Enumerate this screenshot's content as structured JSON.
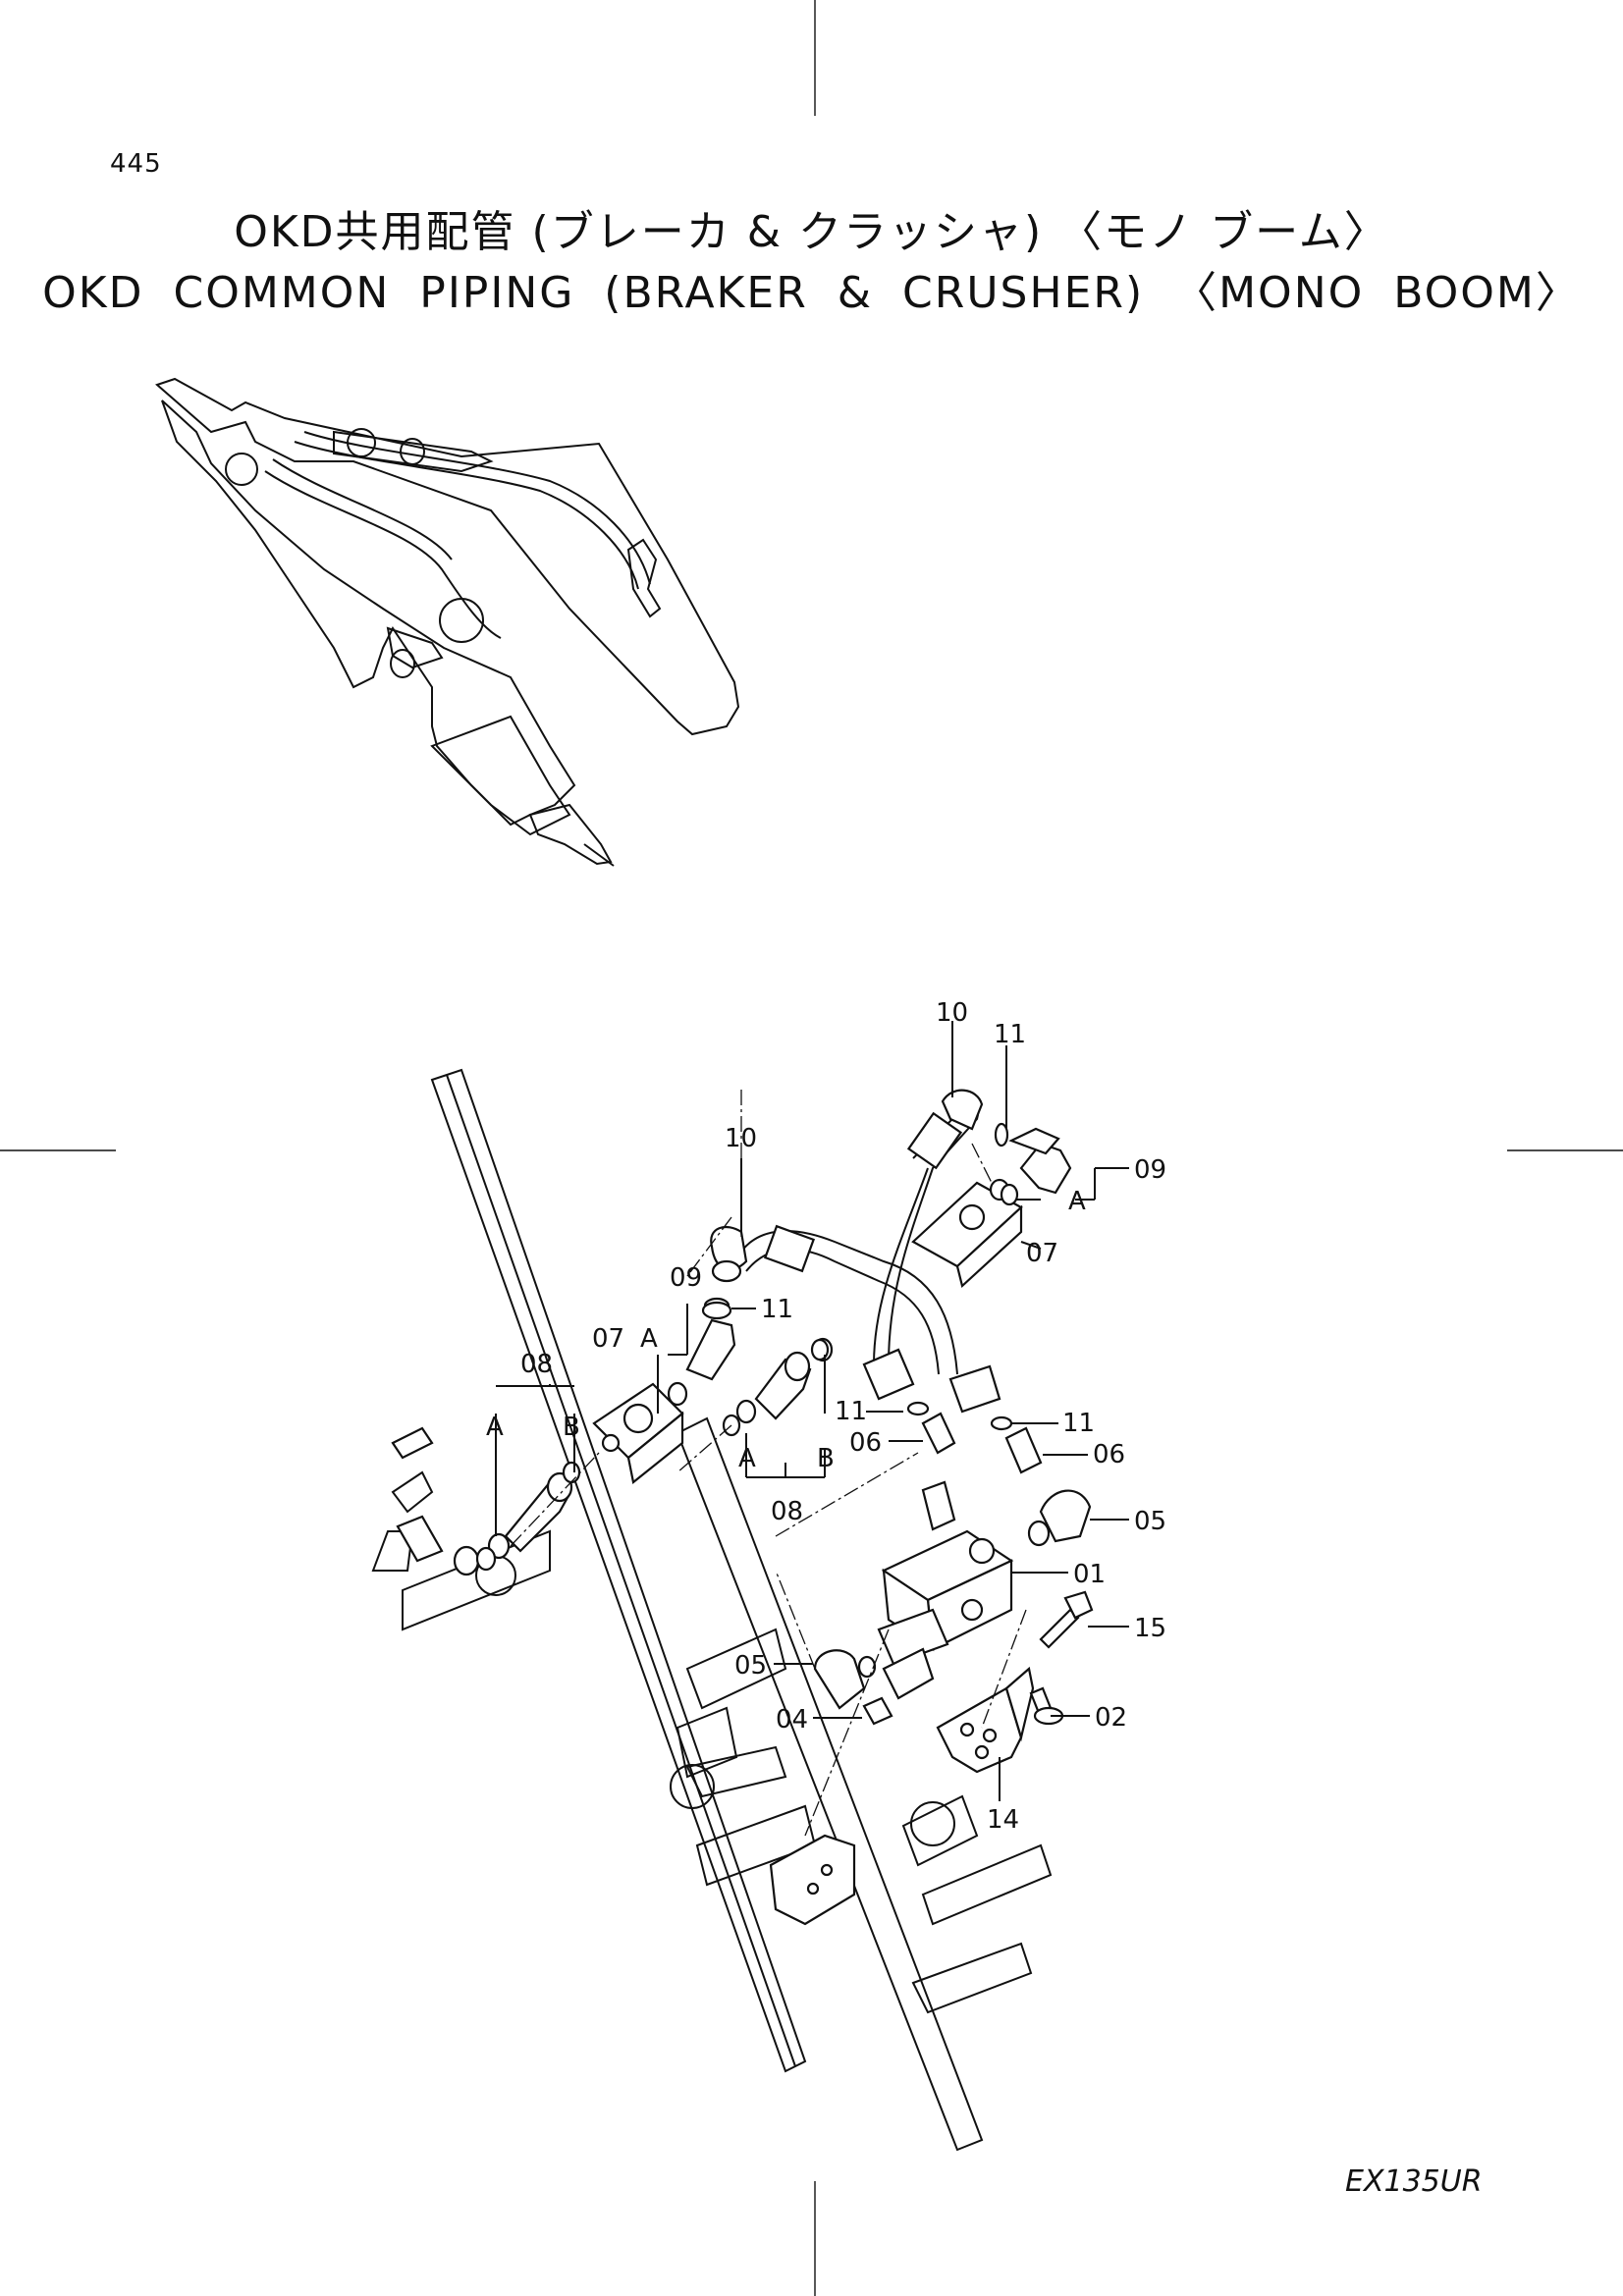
{
  "header": {
    "page_number": "445",
    "title_jp": "OKD共用配管 (ブレーカ & クラッシャ) 〈モノ ブーム〉",
    "title_en": "OKD  COMMON  PIPING  (BRAKER & CRUSHER) 〈MONO BOOM〉"
  },
  "diagram": {
    "callouts": [
      {
        "id": "c10a",
        "text": "10"
      },
      {
        "id": "c11a",
        "text": "11"
      },
      {
        "id": "c09a",
        "text": "09"
      },
      {
        "id": "cAa",
        "text": "A"
      },
      {
        "id": "c10b",
        "text": "10"
      },
      {
        "id": "c07a",
        "text": "07"
      },
      {
        "id": "c09b",
        "text": "09"
      },
      {
        "id": "c11b",
        "text": "11"
      },
      {
        "id": "cAb",
        "text": "A"
      },
      {
        "id": "c07b",
        "text": "07"
      },
      {
        "id": "c08a",
        "text": "08"
      },
      {
        "id": "cAc",
        "text": "A"
      },
      {
        "id": "cBa",
        "text": "B"
      },
      {
        "id": "c11c",
        "text": "11"
      },
      {
        "id": "c06a",
        "text": "06"
      },
      {
        "id": "cAd",
        "text": "A"
      },
      {
        "id": "cBb",
        "text": "B"
      },
      {
        "id": "c08b",
        "text": "08"
      },
      {
        "id": "c11d",
        "text": "11"
      },
      {
        "id": "c06b",
        "text": "06"
      },
      {
        "id": "c05a",
        "text": "05"
      },
      {
        "id": "c01",
        "text": "01"
      },
      {
        "id": "c15",
        "text": "15"
      },
      {
        "id": "c05b",
        "text": "05"
      },
      {
        "id": "c02",
        "text": "02"
      },
      {
        "id": "c04",
        "text": "04"
      },
      {
        "id": "c14",
        "text": "14"
      }
    ]
  },
  "footer": {
    "model": "EX135UR"
  }
}
